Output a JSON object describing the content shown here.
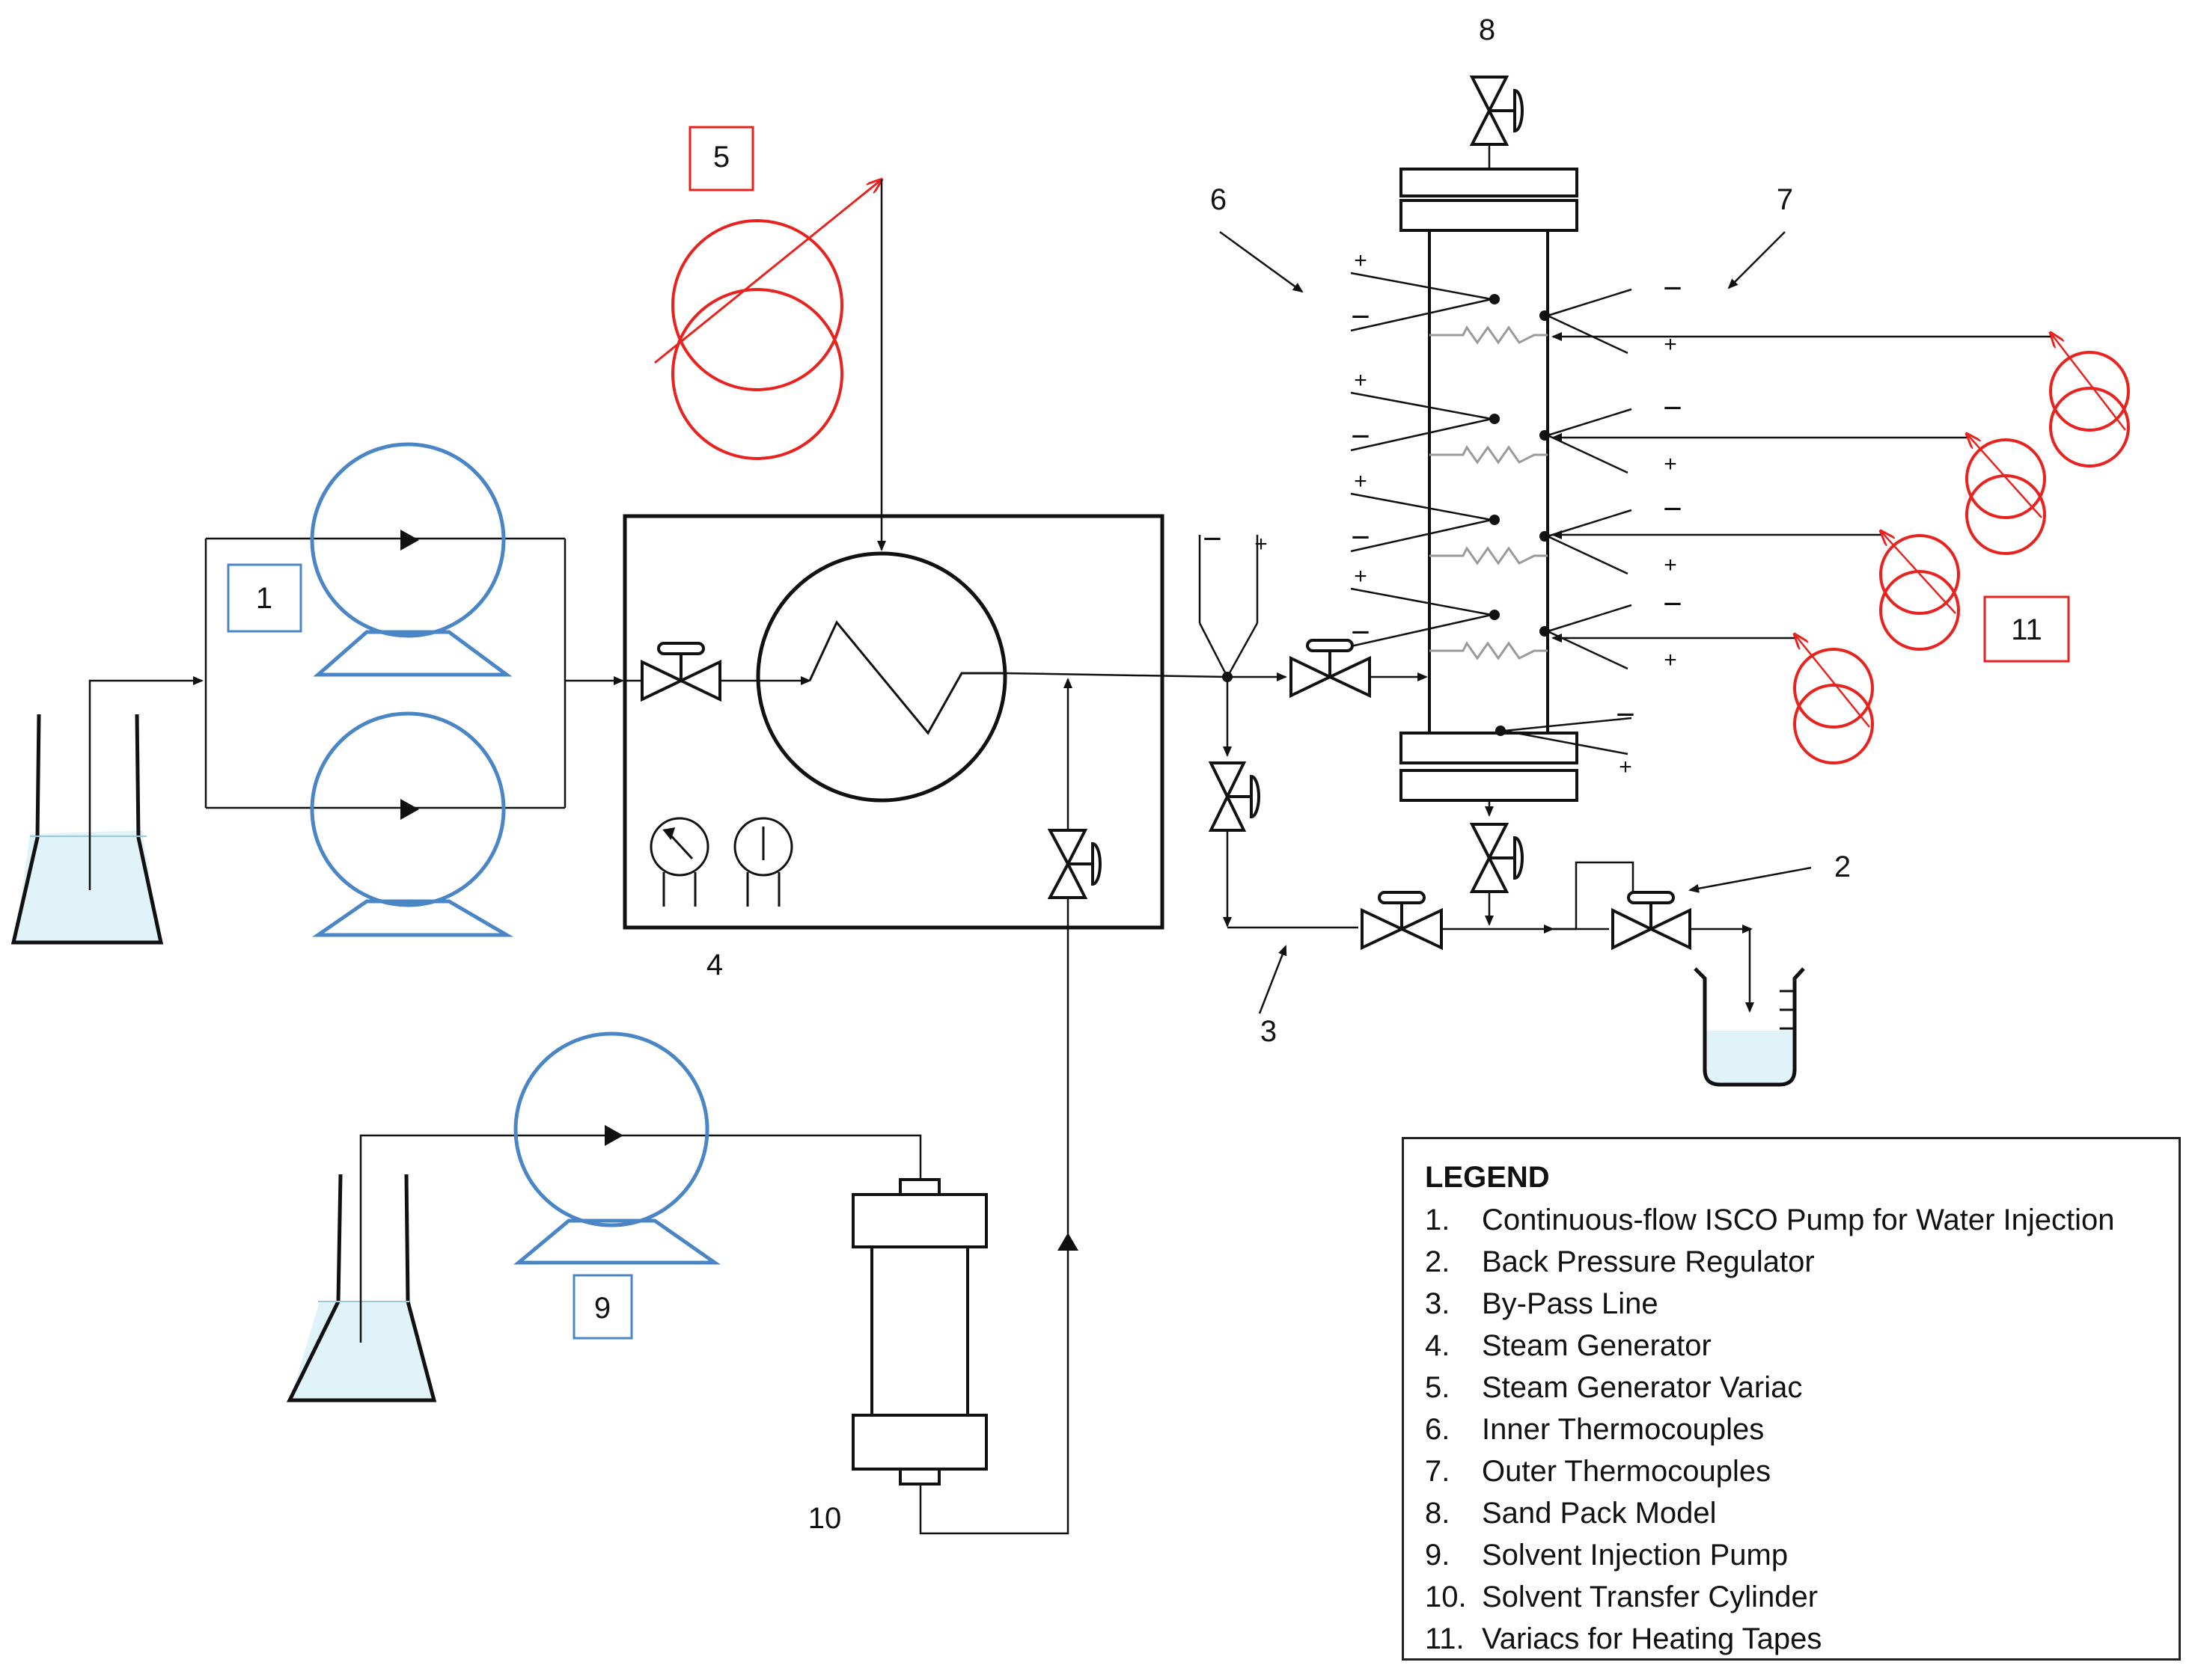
{
  "callouts": {
    "c1": "1",
    "c2": "2",
    "c3": "3",
    "c4": "4",
    "c5": "5",
    "c6": "6",
    "c7": "7",
    "c8": "8",
    "c9": "9",
    "c10": "10",
    "c11": "11"
  },
  "signs": {
    "plus": "+",
    "minus": "−"
  },
  "legend": {
    "title": "LEGEND",
    "items": [
      {
        "num": "1.",
        "text": "Continuous-flow ISCO Pump for Water Injection"
      },
      {
        "num": "2.",
        "text": "Back Pressure Regulator"
      },
      {
        "num": "3.",
        "text": "By-Pass Line"
      },
      {
        "num": "4.",
        "text": "Steam Generator"
      },
      {
        "num": "5.",
        "text": "Steam Generator Variac"
      },
      {
        "num": "6.",
        "text": "Inner Thermocouples"
      },
      {
        "num": "7.",
        "text": "Outer Thermocouples"
      },
      {
        "num": "8.",
        "text": "Sand Pack Model"
      },
      {
        "num": "9.",
        "text": "Solvent Injection Pump"
      },
      {
        "num": "10.",
        "text": "Solvent Transfer Cylinder"
      },
      {
        "num": "11.",
        "text": "Variacs for Heating Tapes"
      }
    ]
  },
  "colors": {
    "line": "#111111",
    "pump": "#4a86c5",
    "variac": "#e8221e",
    "liquid": "#dff3f8",
    "heater": "#9a9a9a"
  }
}
